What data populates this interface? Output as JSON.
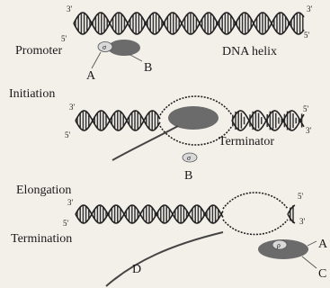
{
  "labels": {
    "promoter": "Promoter",
    "dna_helix": "DNA helix",
    "initiation": "Initiation",
    "terminator": "Terminator",
    "elongation": "Elongation",
    "termination": "Termination",
    "sigma": "σ",
    "rho": "ρ",
    "a_top": "A",
    "b_top": "B",
    "b_mid": "B",
    "a_bot": "A",
    "c_bot": "C",
    "d_bot": "D",
    "end3": "3'",
    "end5": "5'"
  },
  "colors": {
    "background": "#f3f0ea",
    "polymerase": "#6b6b6b",
    "factor": "#d9d9d9"
  }
}
